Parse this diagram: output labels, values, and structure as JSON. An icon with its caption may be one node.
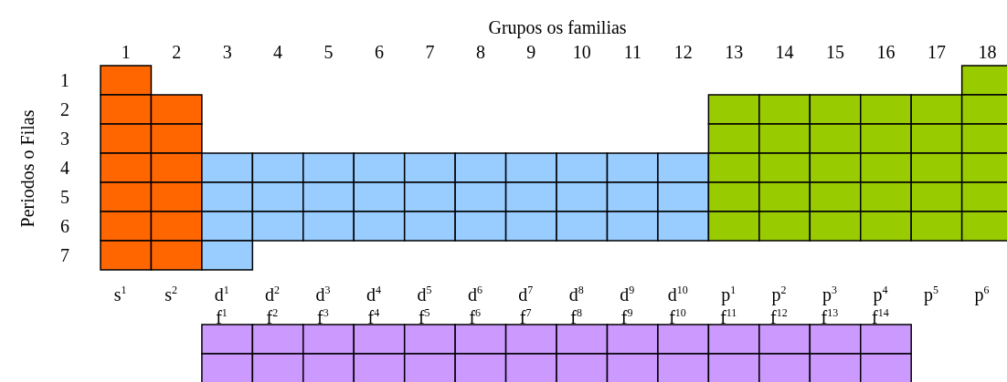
{
  "diagram": {
    "title": "Grupos os familias",
    "labels": [
      "1",
      "2",
      "3",
      "4",
      "5",
      "6",
      "7",
      "8",
      "9",
      "10",
      "11",
      "12",
      "13",
      "14",
      "15",
      "16",
      "17",
      "18",
      "Periodos o Filas",
      "1",
      "2",
      "3",
      "4",
      "5",
      "6",
      "7",
      "s$^{1}$",
      "s$^{2}$",
      "d$^{1}$",
      "d$^{2}$",
      "d$^{3}$",
      "d$^{4}$",
      "d$^{5}$",
      "d$^{6}$",
      "d$^{7}$",
      "d$^{8}$",
      "d$^{9}$",
      "d$^{10}$",
      "p$^{1}$",
      "p$^{2}$",
      "p$^{3}$",
      "p$^{4}$",
      "p$^{5}$",
      "p$^{6}$",
      "f$^{1}$",
      "f$^{2}$",
      "f$^{3}$",
      "f$^{4}$",
      "f$^{5}$",
      "f$^{6}$",
      "f$^{7}$",
      "f$^{8}$",
      "f$^{9}$",
      "f$^{10}$",
      "f$^{11}$",
      "f$^{12}$",
      "f$^{13}$",
      "f$^{14}$"
    ]
  }
}
